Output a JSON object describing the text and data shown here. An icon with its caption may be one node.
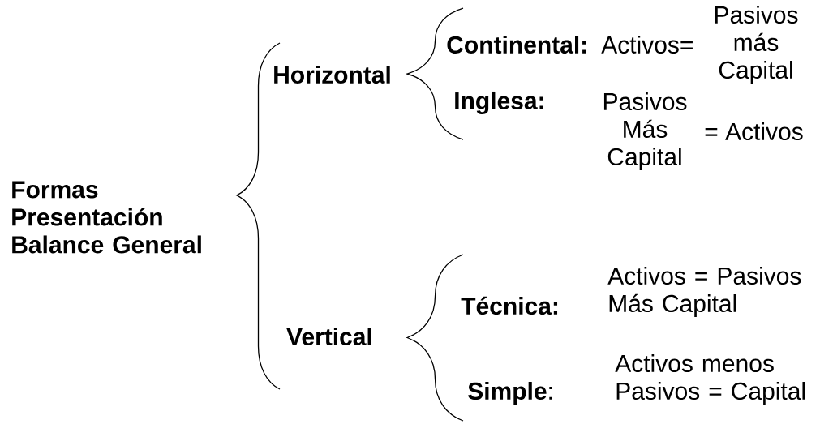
{
  "diagram": {
    "labels": [
      "Formas Presentación Balance General",
      "Horizontal",
      "Continental:",
      "Activos=",
      "Pasivos más Capital",
      "Inglesa:",
      "Pasivos Más Capital",
      "= Activos",
      "Vertical",
      "Técnica:",
      "Activos = Pasivos Más Capital",
      "**Simple**:",
      "Activos menos Pasivos = Capital"
    ]
  }
}
